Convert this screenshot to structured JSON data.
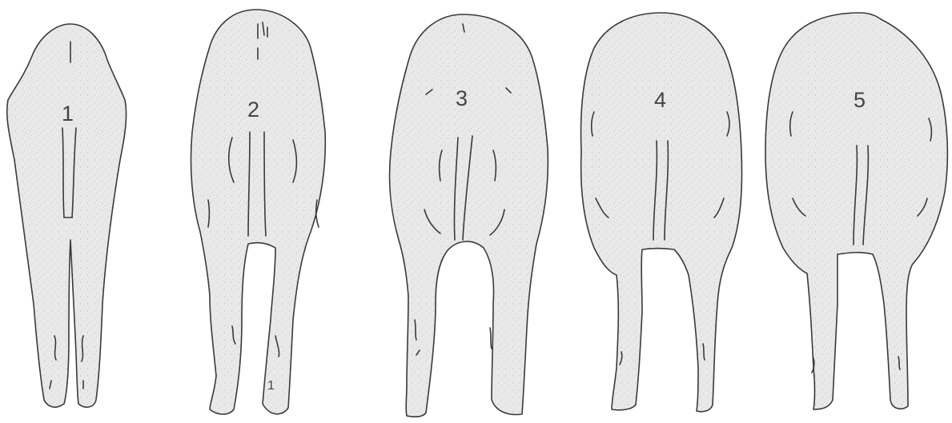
{
  "figures": [
    {
      "label": "1"
    },
    {
      "label": "2"
    },
    {
      "label": "3"
    },
    {
      "label": "4"
    },
    {
      "label": "5"
    }
  ],
  "colors": {
    "fill": "#e9e9e9",
    "speckle": "#b8b8b8",
    "stroke": "#3a3a3a",
    "label": "#444444"
  }
}
